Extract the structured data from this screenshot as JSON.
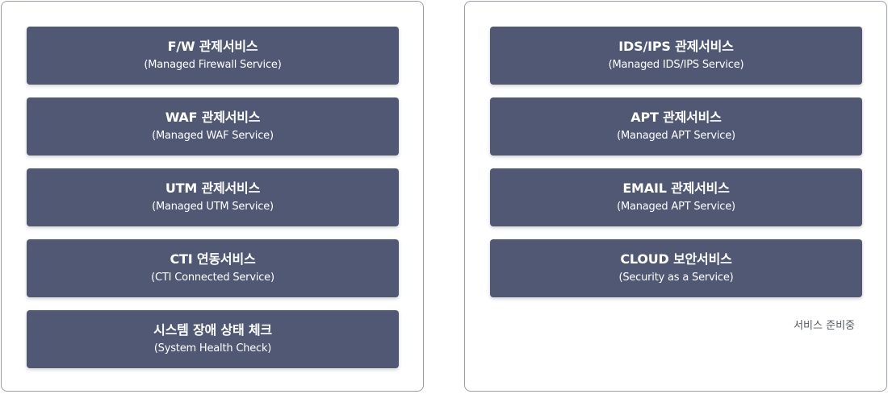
{
  "left_panel": {
    "cards": [
      {
        "title": "F/W 관제서비스",
        "subtitle": "(Managed Firewall Service)"
      },
      {
        "title": "WAF 관제서비스",
        "subtitle": "(Managed WAF Service)"
      },
      {
        "title": "UTM 관제서비스",
        "subtitle": "(Managed UTM Service)"
      },
      {
        "title": "CTI 연동서비스",
        "subtitle": "(CTI Connected Service)"
      },
      {
        "title": "시스템 장애 상태 체크",
        "subtitle": "(System Health Check)"
      }
    ]
  },
  "right_panel": {
    "cards": [
      {
        "title": "IDS/IPS 관제서비스",
        "subtitle": "(Managed IDS/IPS Service)"
      },
      {
        "title": "APT 관제서비스",
        "subtitle": "(Managed APT Service)"
      },
      {
        "title": "EMAIL 관제서비스",
        "subtitle": "(Managed APT Service)"
      },
      {
        "title": "CLOUD 보안서비스",
        "subtitle": "(Security as a Service)"
      }
    ],
    "note": "서비스 준비중"
  },
  "colors": {
    "card_bg": "#505874",
    "panel_border": "#9a9ca6",
    "text_on_card": "#ffffff",
    "note_text": "#555a66"
  }
}
